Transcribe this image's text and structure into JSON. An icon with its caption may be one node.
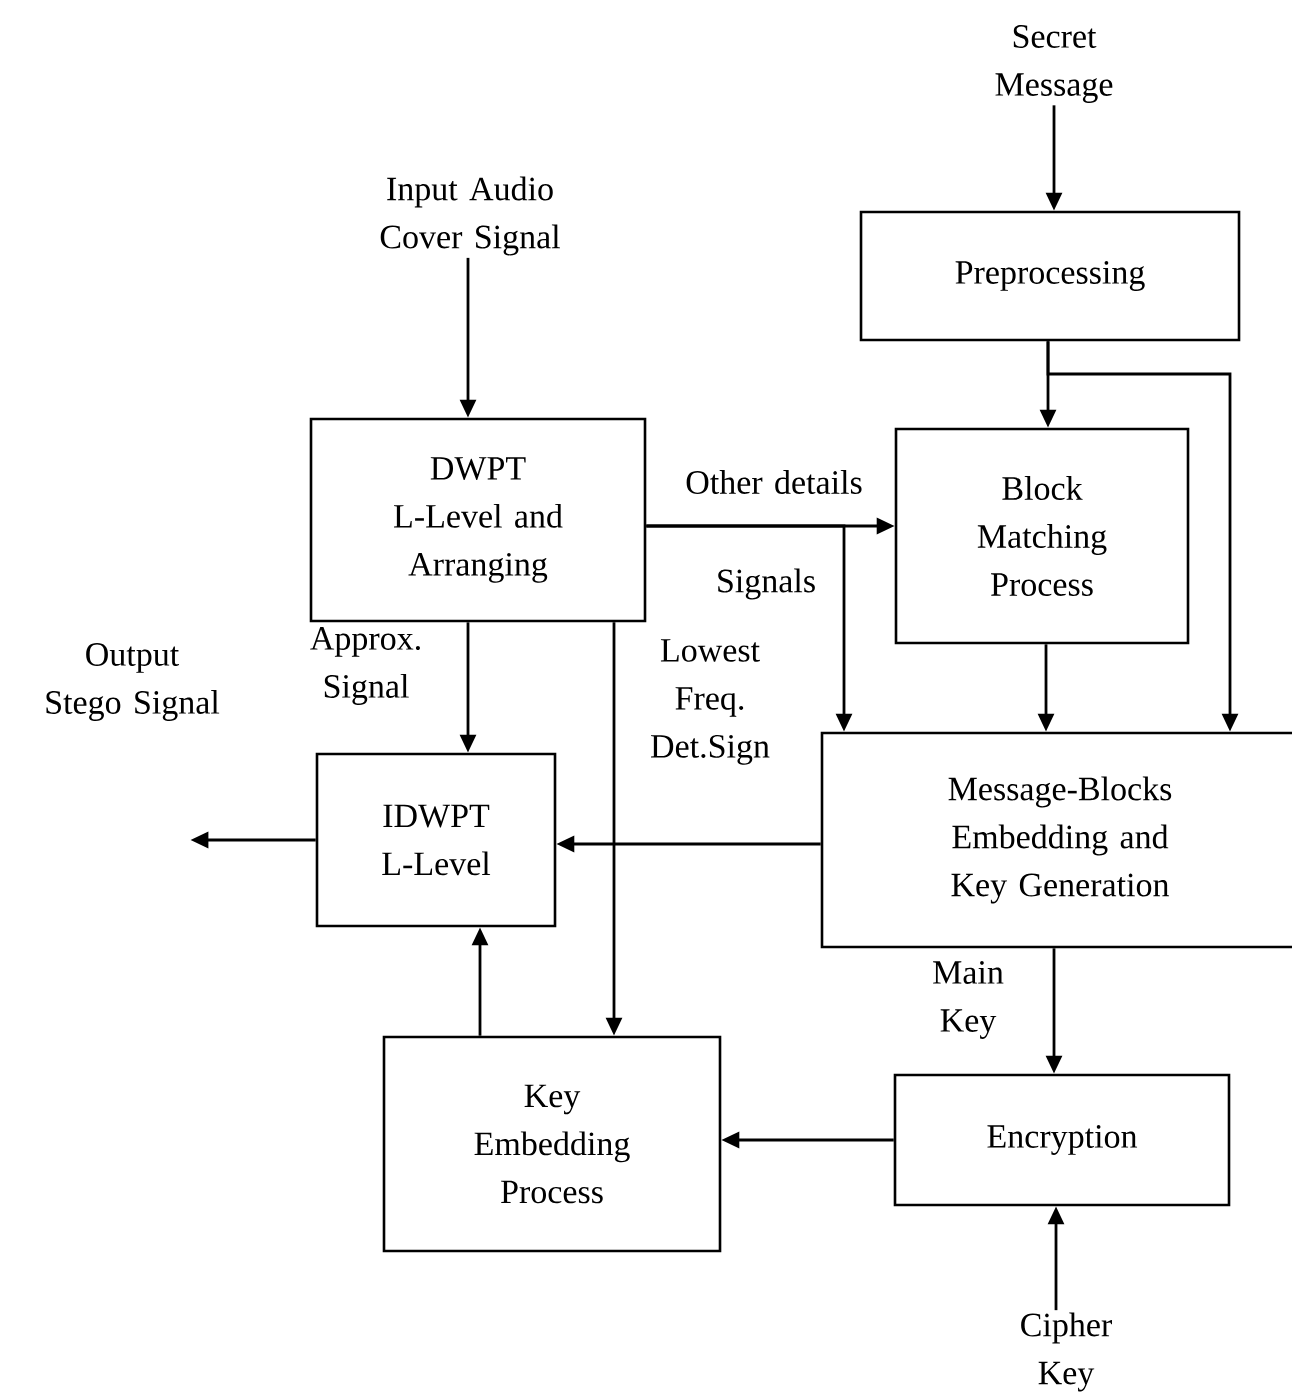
{
  "diagram": {
    "nodes": [
      {
        "text": [
          "Secret Message"
        ]
      },
      {
        "text": [
          "Input Audio Cover Signal"
        ]
      },
      {
        "text": [
          "Preprocessing"
        ]
      },
      {
        "text": [
          "DWPT L-Level and Arranging"
        ]
      },
      {
        "text": [
          "Block Matching Process"
        ]
      },
      {
        "text": [
          "Output Stego Signal"
        ]
      },
      {
        "text": [
          "IDWPT L-Level"
        ]
      },
      {
        "text": [
          "Message-Blocks Embedding and Key Generation"
        ]
      },
      {
        "text": [
          "Key Embedding Process"
        ]
      },
      {
        "text": [
          "Encryption"
        ]
      },
      {
        "text": [
          "Cipher Key"
        ]
      }
    ],
    "edges": [
      {
        "from": 0,
        "to": 2,
        "arrow": "to"
      },
      {
        "from": 1,
        "to": 3,
        "arrow": "to"
      },
      {
        "from": 2,
        "to": 4,
        "arrow": "to"
      },
      {
        "from": 2,
        "to": 7,
        "arrow": "to"
      },
      {
        "from": 3,
        "to": 4,
        "arrow": "to",
        "label": "Other details"
      },
      {
        "from": 3,
        "to": 7,
        "arrow": "to",
        "label": "Signals"
      },
      {
        "from": 3,
        "to": 6,
        "arrow": "to",
        "label": "Approx. Signal"
      },
      {
        "from": 3,
        "to": 8,
        "arrow": "to",
        "label": "Lowest Freq. Det.Sign"
      },
      {
        "from": 4,
        "to": 7,
        "arrow": "to"
      },
      {
        "from": 7,
        "to": 6,
        "arrow": "to"
      },
      {
        "from": 6,
        "to": 5,
        "arrow": "to"
      },
      {
        "from": 8,
        "to": 6,
        "arrow": "to"
      },
      {
        "from": 7,
        "to": 9,
        "arrow": "to",
        "label": "Main Key"
      },
      {
        "from": 9,
        "to": 8,
        "arrow": "to"
      },
      {
        "from": 10,
        "to": 9,
        "arrow": "to"
      }
    ]
  }
}
